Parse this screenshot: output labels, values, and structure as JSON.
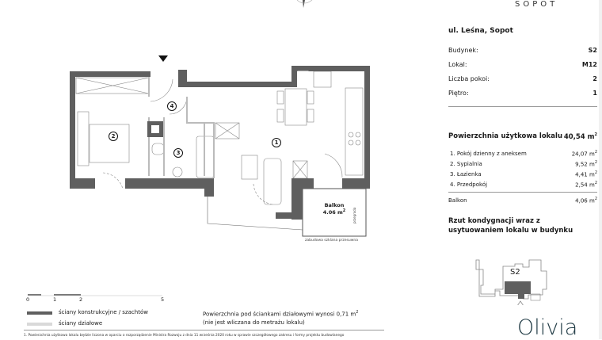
{
  "header": {
    "city_logo": "SOPOT"
  },
  "info": {
    "address": "ul. Leśna, Sopot",
    "details": [
      {
        "label": "Budynek:",
        "value": "S2"
      },
      {
        "label": "Lokal:",
        "value": "M12"
      },
      {
        "label": "Liczba pokoi:",
        "value": "2"
      },
      {
        "label": "Piętro:",
        "value": "1"
      }
    ],
    "area_label": "Powierzchnia użytkowa lokalu",
    "area_value": "40,54 m",
    "rooms": [
      {
        "label": "1. Pokój dzienny z aneksem",
        "value": "24,07 m"
      },
      {
        "label": "2. Sypialnia",
        "value": "9,52 m"
      },
      {
        "label": "3. Łazienka",
        "value": "4,41 m"
      },
      {
        "label": "4. Przedpokój",
        "value": "2,54 m"
      }
    ],
    "balcony": {
      "label": "Balkon",
      "value": "4,06 m"
    },
    "location_title": "Rzut kondygnacji wraz z usytuowaniem lokalu w budynku",
    "building_label": "S2"
  },
  "plan": {
    "room_numbers": [
      "1",
      "2",
      "3",
      "4"
    ],
    "balcony_label": "Balkon",
    "balcony_area": "4.06 m",
    "glazing_note": "zabudowa szklana przesuwna",
    "side_note": "przegroda"
  },
  "scale": {
    "ticks": [
      "0",
      "1",
      "2",
      "5"
    ]
  },
  "legend": {
    "structural": "ściany konstrukcyjne / szachtów",
    "partition": "ściany działowe",
    "structural_color": "#5f5f5f",
    "partition_color": "#d9d9d9"
  },
  "note": {
    "line1": "Powierzchnia pod ściankami działowymi wynosi 0,71  m",
    "line2": "(nie jest wliczana do metrażu lokalu)"
  },
  "footnote": "1. Powierzchnia użytkowa lokalu będzie liczona w oparciu o rozporządzenie Ministra Rozwoju z dnia 11 września 2020 roku w sprawie szczegółowego zakresu i formy projektu budowlanego",
  "brand": {
    "logo": "Olivia",
    "color": "#1f3a44"
  }
}
